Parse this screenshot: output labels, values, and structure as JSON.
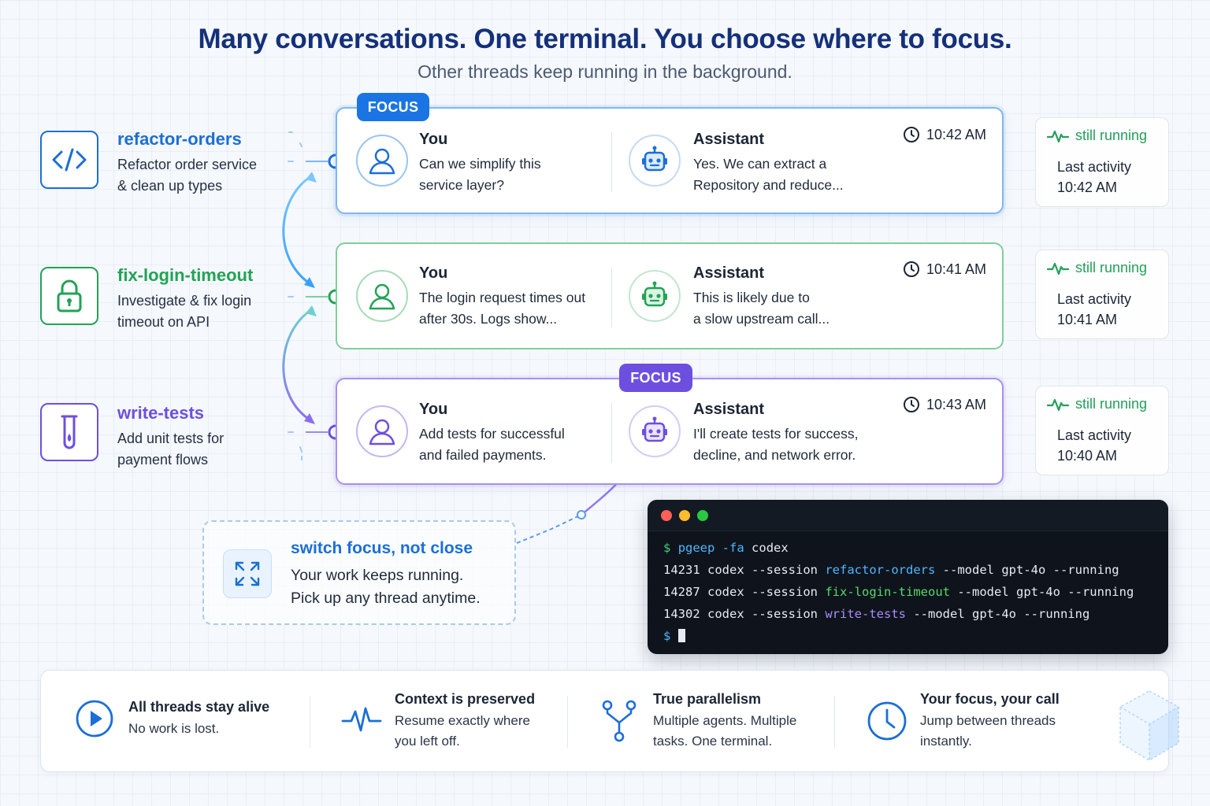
{
  "header": {
    "title": "Many conversations. One terminal. You choose where to focus.",
    "subtitle": "Other threads keep running in the background."
  },
  "sessions": [
    {
      "name": "refactor-orders",
      "desc1": "Refactor order service",
      "desc2": "& clean up types",
      "icon": "code-icon",
      "color": "#1b6fd6"
    },
    {
      "name": "fix-login-timeout",
      "desc1": "Investigate & fix login",
      "desc2": "timeout on API",
      "icon": "lock-icon",
      "color": "#22a355"
    },
    {
      "name": "write-tests",
      "desc1": "Add unit tests for",
      "desc2": "payment flows",
      "icon": "test-tube-icon",
      "color": "#6d4fe0"
    }
  ],
  "threads": [
    {
      "you_label": "You",
      "you_msg1": "Can we simplify this",
      "you_msg2": "service layer?",
      "assistant_label": "Assistant",
      "asst_msg1": "Yes. We can extract a",
      "asst_msg2": "Repository and reduce...",
      "time": "10:42 AM",
      "color": "#1b6fd6"
    },
    {
      "you_label": "You",
      "you_msg1": "The login request times out",
      "you_msg2": "after 30s. Logs show...",
      "assistant_label": "Assistant",
      "asst_msg1": "This is likely due to",
      "asst_msg2": "a slow upstream call...",
      "time": "10:41 AM",
      "color": "#22a355"
    },
    {
      "you_label": "You",
      "you_msg1": "Add tests for successful",
      "you_msg2": "and failed payments.",
      "assistant_label": "Assistant",
      "asst_msg1": "I'll create tests for success,",
      "asst_msg2": "decline, and network error.",
      "time": "10:43 AM",
      "color": "#6d4fe0"
    }
  ],
  "focus_tags": [
    "FOCUS",
    "FOCUS"
  ],
  "status": [
    {
      "state": "still running",
      "label": "Last activity",
      "time": "10:42 AM"
    },
    {
      "state": "still running",
      "label": "Last activity",
      "time": "10:41 AM"
    },
    {
      "state": "still running",
      "label": "Last activity",
      "time": "10:40 AM"
    }
  ],
  "switch_note": {
    "title": "switch focus, not close",
    "line1": "Your work keeps running.",
    "line2": "Pick up any thread anytime."
  },
  "terminal": {
    "prompt": "$",
    "command": "pgeep -fa",
    "command_arg": "codex",
    "processes": [
      {
        "pid": "14231",
        "cmd": "codex --session",
        "session": "refactor-orders",
        "rest": "--model gpt-4o --running"
      },
      {
        "pid": "14287",
        "cmd": "codex --session",
        "session": "fix-login-timeout",
        "rest": "--model gpt-4o --running"
      },
      {
        "pid": "14302",
        "cmd": "codex --session",
        "session": "write-tests",
        "rest": "--model gpt-4o --running"
      }
    ]
  },
  "features": [
    {
      "title": "All threads stay alive",
      "desc1": "No work is lost.",
      "desc2": "",
      "icon": "play-icon"
    },
    {
      "title": "Context is preserved",
      "desc1": "Resume exactly where",
      "desc2": "you left off.",
      "icon": "activity-icon"
    },
    {
      "title": "True parallelism",
      "desc1": "Multiple agents. Multiple",
      "desc2": "tasks. One terminal.",
      "icon": "branch-icon"
    },
    {
      "title": "Your focus, your call",
      "desc1": "Jump between threads",
      "desc2": "instantly.",
      "icon": "clock-icon"
    }
  ]
}
